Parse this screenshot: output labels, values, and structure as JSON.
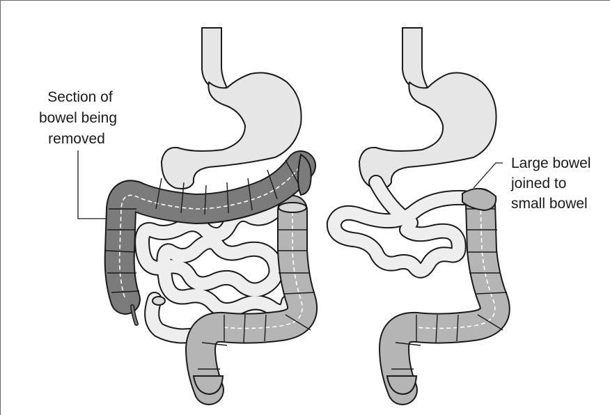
{
  "labels": {
    "removed_line1": "Section of",
    "removed_line2": "bowel being",
    "removed_line3": "removed",
    "joined_line1": "Large bowel",
    "joined_line2": "joined to",
    "joined_line3": "small bowel"
  },
  "colors": {
    "removed_section": "#7b7b7b",
    "large_bowel": "#b5b5b5",
    "small_bowel": "#eeeeee",
    "stomach": "#e6e6e6",
    "outline": "#1a1a1a"
  }
}
